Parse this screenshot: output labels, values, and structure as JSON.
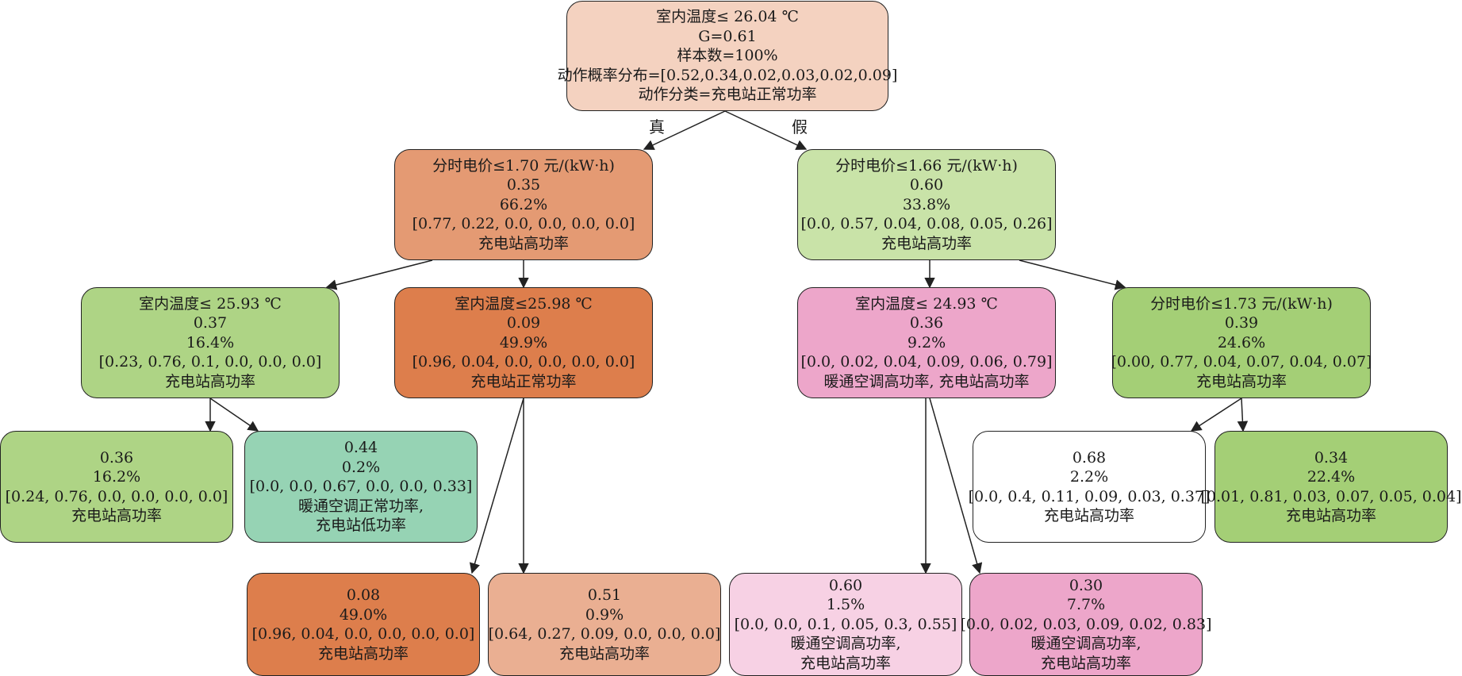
{
  "edge_labels": {
    "true_label": "真",
    "false_label": "假"
  },
  "nodes": {
    "n0": {
      "lines": [
        "室内温度≤ 26.04 ℃",
        "G=0.61",
        "样本数=100%",
        "动作概率分布=[0.52,0.34,0.02,0.03,0.02,0.09]",
        "动作分类=充电站正常功率"
      ],
      "color": "#f4d2c0"
    },
    "n1": {
      "lines": [
        "分时电价≤1.70 元/(kW·h)",
        "0.35",
        "66.2%",
        "[0.77, 0.22, 0.0, 0.0, 0.0, 0.0]",
        "充电站高功率"
      ],
      "color": "#e49a73"
    },
    "n2": {
      "lines": [
        "分时电价≤1.66 元/(kW·h)",
        "0.60",
        "33.8%",
        "[0.0, 0.57, 0.04, 0.08, 0.05, 0.26]",
        "充电站高功率"
      ],
      "color": "#c9e3a8"
    },
    "n3": {
      "lines": [
        "室内温度≤ 25.93 ℃",
        "0.37",
        "16.4%",
        "[0.23, 0.76, 0.1, 0.0, 0.0, 0.0]",
        "充电站高功率"
      ],
      "color": "#aed485"
    },
    "n4": {
      "lines": [
        "室内温度≤25.98 ℃",
        "0.09",
        "49.9%",
        "[0.96, 0.04, 0.0, 0.0, 0.0, 0.0]",
        "充电站正常功率"
      ],
      "color": "#dd7e4c"
    },
    "n5": {
      "lines": [
        "室内温度≤ 24.93 ℃",
        "0.36",
        "9.2%",
        "[0.0, 0.02, 0.04, 0.09, 0.06, 0.79]",
        "暖通空调高功率, 充电站高功率"
      ],
      "color": "#eda6ca"
    },
    "n6": {
      "lines": [
        "分时电价≤1.73 元/(kW·h)",
        "0.39",
        "24.6%",
        "[0.00, 0.77, 0.04, 0.07, 0.04, 0.07]",
        "充电站高功率"
      ],
      "color": "#a4cf76"
    },
    "n7": {
      "lines": [
        "0.36",
        "16.2%",
        "[0.24, 0.76, 0.0, 0.0, 0.0, 0.0]",
        "充电站高功率"
      ],
      "color": "#aed485"
    },
    "n8": {
      "lines": [
        "0.44",
        "0.2%",
        "[0.0, 0.0, 0.67, 0.0, 0.0, 0.33]",
        "暖通空调正常功率,",
        "充电站低功率"
      ],
      "color": "#96d3b4"
    },
    "n9": {
      "lines": [
        "0.68",
        "2.2%",
        "[0.0, 0.4, 0.11, 0.09, 0.03, 0.37]",
        "充电站高功率"
      ],
      "color": "#ffffff"
    },
    "n10": {
      "lines": [
        "0.34",
        "22.4%",
        "[0.01, 0.81, 0.03, 0.07, 0.05, 0.04]",
        "充电站高功率"
      ],
      "color": "#a4cf76"
    },
    "n11": {
      "lines": [
        "0.08",
        "49.0%",
        "[0.96, 0.04, 0.0, 0.0, 0.0, 0.0]",
        "充电站高功率"
      ],
      "color": "#dd7e4c"
    },
    "n12": {
      "lines": [
        "0.51",
        "0.9%",
        "[0.64, 0.27, 0.09, 0.0, 0.0, 0.0]",
        "充电站高功率"
      ],
      "color": "#eaaf92"
    },
    "n13": {
      "lines": [
        "0.60",
        "1.5%",
        "[0.0, 0.0, 0.1, 0.05, 0.3, 0.55]",
        "暖通空调高功率,",
        "充电站高功率"
      ],
      "color": "#f7d1e4"
    },
    "n14": {
      "lines": [
        "0.30",
        "7.7%",
        "[0.0, 0.02, 0.03, 0.09, 0.02, 0.83]",
        "暖通空调高功率,",
        "充电站高功率"
      ],
      "color": "#eda6ca"
    }
  }
}
